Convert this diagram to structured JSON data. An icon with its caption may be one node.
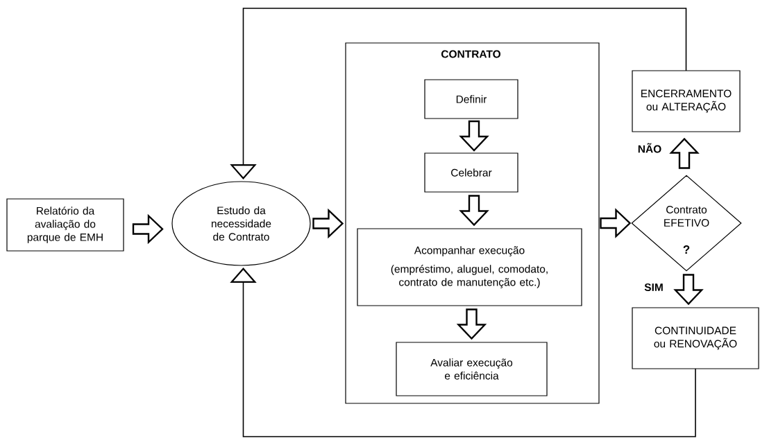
{
  "diagram": {
    "nodes": [
      {
        "text": [
          "Relatório da avaliação do parque de EMH"
        ]
      },
      {
        "text": [
          "Estudo da necessidade de Contrato"
        ]
      },
      {
        "text": [
          "CONTRATO"
        ]
      },
      {
        "text": [
          "Definir"
        ],
        "in": 2
      },
      {
        "text": [
          "Celebrar"
        ],
        "in": 2
      },
      {
        "text": [
          "Acompanhar execução",
          "(empréstimo, aluguel, comodato, contrato de manutenção etc.)"
        ],
        "in": 2
      },
      {
        "text": [
          "Avaliar execução e eficiência"
        ],
        "in": 2
      },
      {
        "text": [
          "Contrato EFETIVO",
          "?"
        ]
      },
      {
        "text": [
          "ENCERRAMENTO ou ALTERAÇÃO"
        ]
      },
      {
        "text": [
          "CONTINUIDADE ou RENOVAÇÃO"
        ]
      }
    ],
    "edges": [
      {
        "from": 0,
        "to": 1,
        "arrow": "to"
      },
      {
        "from": 1,
        "to": 2,
        "arrow": "to"
      },
      {
        "from": 3,
        "to": 4,
        "arrow": "to"
      },
      {
        "from": 4,
        "to": 5,
        "arrow": "to"
      },
      {
        "from": 5,
        "to": 6,
        "arrow": "to"
      },
      {
        "from": 2,
        "to": 7,
        "arrow": "to"
      },
      {
        "from": 7,
        "to": 8,
        "arrow": "to",
        "label": "NÃO"
      },
      {
        "from": 7,
        "to": 9,
        "arrow": "to",
        "label": "SIM"
      },
      {
        "from": 8,
        "to": 1,
        "arrow": "to"
      },
      {
        "from": 9,
        "to": 1,
        "arrow": "to"
      }
    ]
  }
}
